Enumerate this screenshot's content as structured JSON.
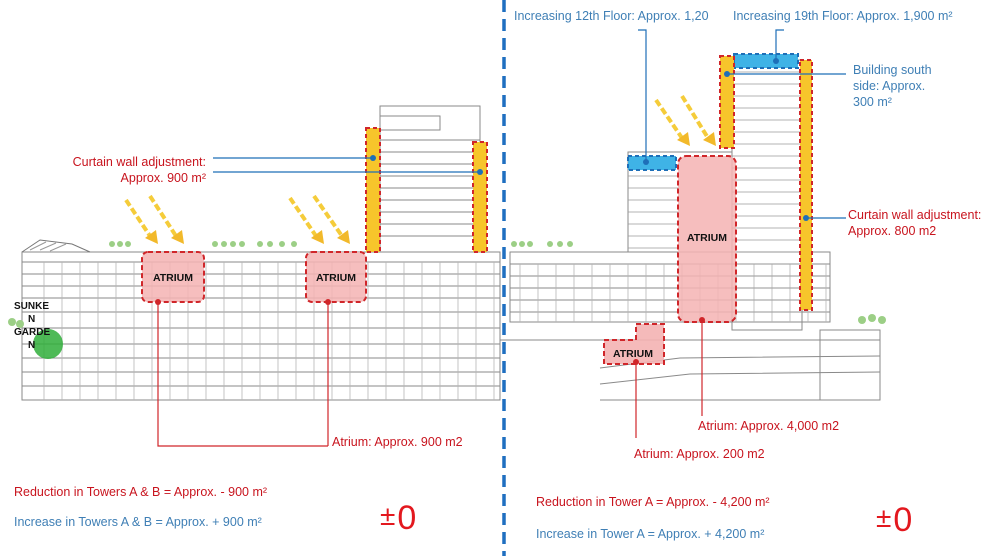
{
  "left": {
    "curtain_wall_line1": "Curtain wall adjustment:",
    "curtain_wall_line2": "Approx. 900 m²",
    "atrium_a": "ATRIUM",
    "atrium_b": "ATRIUM",
    "atrium_note": "Atrium: Approx. 900 m2",
    "reduction": "Reduction in Towers A & B = Approx. - 900 m²",
    "increase": "Increase in Towers A & B = Approx. + 900 m²",
    "balance_symbol": "±",
    "balance_value": "0",
    "sunken_line1": "SUNKE",
    "sunken_line2": "N",
    "sunken_line3": "GARDE",
    "sunken_line4": "N"
  },
  "right": {
    "floor12": "Increasing 12th Floor: Approx. 1,20",
    "floor19": "Increasing 19th Floor: Approx. 1,900 m²",
    "south_line1": "Building south",
    "south_line2": "side: Approx.",
    "south_line3": "300 m²",
    "curtain_wall_line1": "Curtain wall adjustment:",
    "curtain_wall_line2": "Approx. 800 m2",
    "atrium_big": "ATRIUM",
    "atrium_small": "ATRIUM",
    "atrium_4000": "Atrium: Approx. 4,000 m2",
    "atrium_200": "Atrium: Approx. 200 m2",
    "reduction": "Reduction in Tower A = Approx. - 4,200 m²",
    "increase": "Increase in Tower A = Approx. + 4,200 m²",
    "balance_symbol": "±",
    "balance_value": "0"
  },
  "colors": {
    "red_text": "#c8141e",
    "blue_text": "#3f7fb5",
    "atrium_fill": "#f4b3b3",
    "atrium_border": "#d0262a",
    "curtain_fill": "#f7c52b",
    "increase_fill": "#3fb3e6",
    "divider": "#1f6fc0",
    "sun_arrow": "#f5cc3a"
  }
}
